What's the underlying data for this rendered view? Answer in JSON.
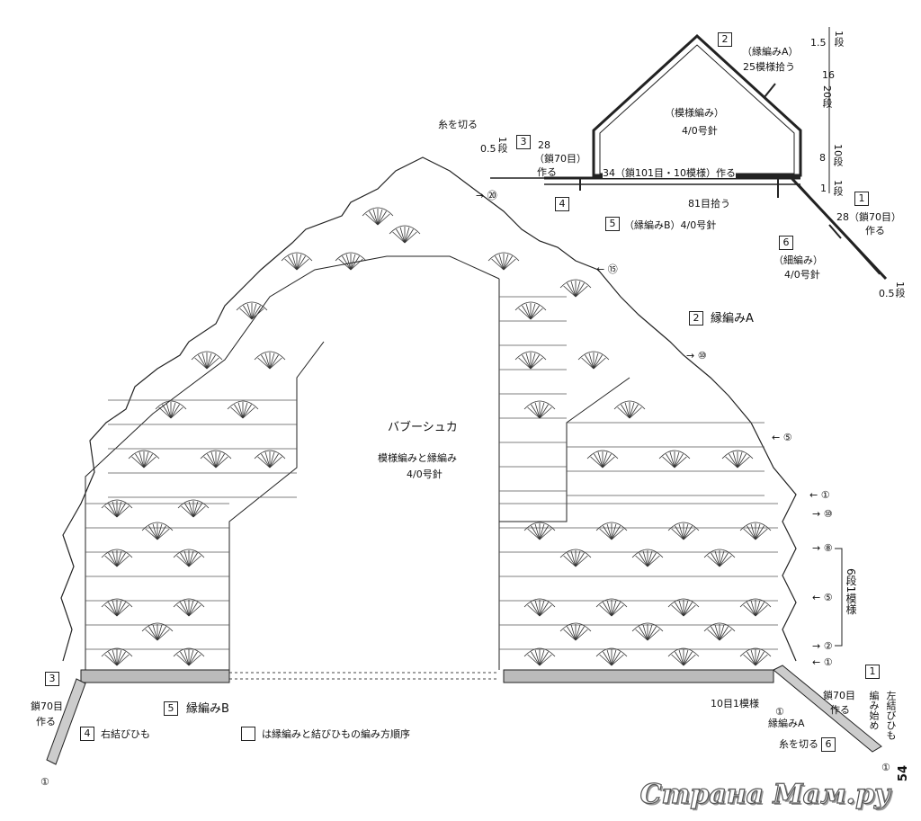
{
  "center": {
    "title": "バブーシュカ",
    "subtitle": "模様編みと縁編み",
    "needle": "4/0号針"
  },
  "schematic": {
    "box_2": "2",
    "edge_a": "（縁編みA）",
    "pick_25": "25模様拾う",
    "pattern": "（模様編み）",
    "needle": "4/0号針",
    "cut_yarn": "糸を切る",
    "half_05": "0.5",
    "one_row": "1段",
    "box_3": "3",
    "n28_left": "28",
    "chain70_left": "（鎖70目）",
    "make_left": "作る",
    "box_4": "4",
    "chain_101": "34（鎖101目・10模様）作る",
    "pick_81": "81目拾う",
    "box_5": "5",
    "edge_b": "（縁編みB）4/0号針",
    "box_1": "1",
    "n28_right": "28（鎖70目）",
    "make_right": "作る",
    "box_6": "6",
    "single": "（細編み）",
    "needle2": "4/0号針",
    "half_05b": "0.5",
    "one_row_b": "1段",
    "dims": [
      "1.5",
      "1段",
      "16",
      "20段",
      "8",
      "10段",
      "1",
      "1段"
    ],
    "arrow_20": "→ ⑳"
  },
  "right_labels": {
    "box_2": "2",
    "edge_a": "縁編みA",
    "r15": "← ⑮",
    "r10": "→ ⑩",
    "r5": "← ⑤",
    "r1a": "← ①",
    "r10b": "→ ⑩",
    "r8": "→ ⑧",
    "r5b": "← ⑤",
    "r2": "→ ②",
    "r1b": "← ①",
    "repeat": "6段1模様"
  },
  "bottom": {
    "box_3": "3",
    "chain70": "鎖70目",
    "make": "作る",
    "box_5": "5",
    "edge_b": "縁編みB",
    "box_4": "4",
    "right_tie": "右結びひも",
    "legend": "は縁編みと結びひもの編み方順序",
    "circle_1_left": "①",
    "repeat10": "10目1模様",
    "chain70_r": "鎖70目",
    "make_r": "作る",
    "box_1": "1",
    "start": "編み始め",
    "left_tie": "左結びひも",
    "edge_a": "縁編みA",
    "circle_1_mid": "①",
    "cut_yarn": "糸を切る",
    "box_6": "6",
    "circle_1_right": "①",
    "page": "54",
    "watermark": "Страна Мам.ру"
  }
}
